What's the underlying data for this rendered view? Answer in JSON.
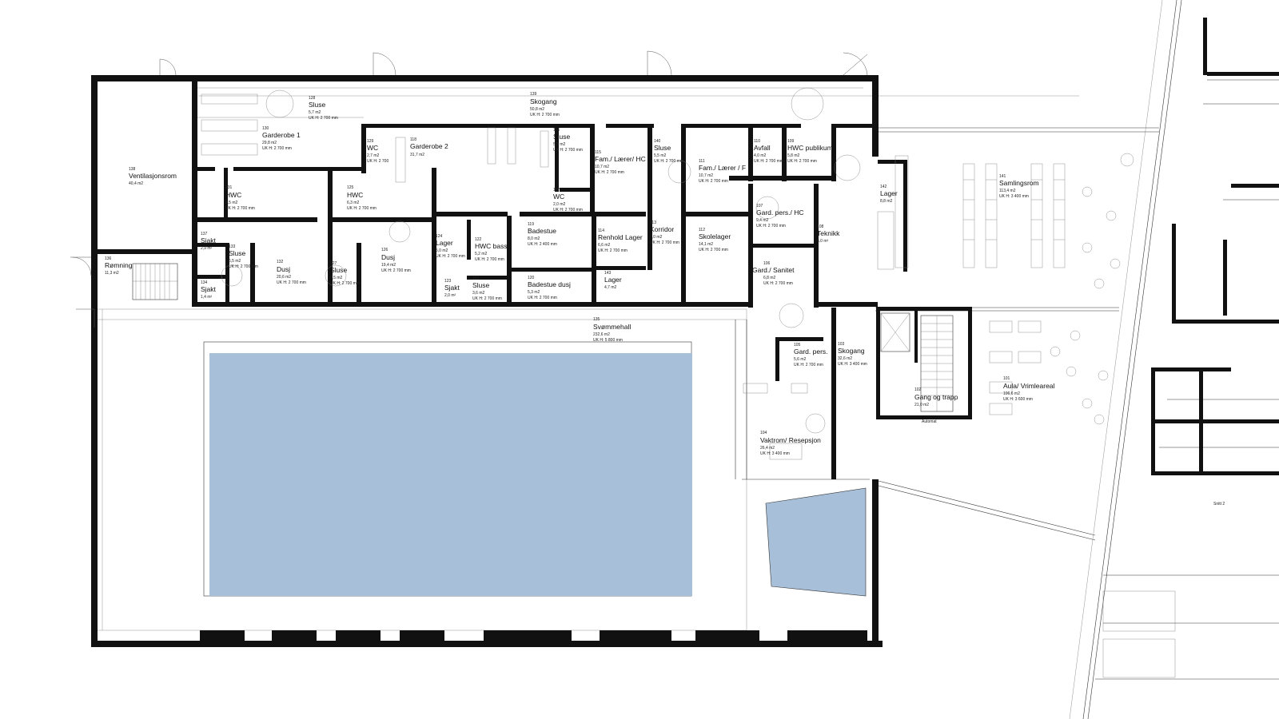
{
  "plan": {
    "colors": {
      "wall": "#111111",
      "water": "#a7bfd9",
      "line": "#333333",
      "background": "#ffffff"
    },
    "rooms": [
      {
        "id": "r138",
        "name": "Ventilasjonsrom",
        "number": "138",
        "area": "40,4 m2",
        "height": ""
      },
      {
        "id": "r136",
        "name": "Rømning",
        "number": "136",
        "area": "11,3 m2",
        "height": ""
      },
      {
        "id": "r128",
        "name": "Sluse",
        "number": "128",
        "area": "5,7 m2",
        "height": "UK H: 2 700 mm"
      },
      {
        "id": "r130",
        "name": "Garderobe 1",
        "number": "130",
        "area": "29,8 m2",
        "height": "UK H: 2 700 mm"
      },
      {
        "id": "r129",
        "name": "WC",
        "number": "129",
        "area": "2,7 m2",
        "height": "UK H: 2 700"
      },
      {
        "id": "r118",
        "name": "Garderobe 2",
        "number": "118",
        "area": "31,7 m2",
        "height": ""
      },
      {
        "id": "r139",
        "name": "Skogang",
        "number": "139",
        "area": "50,8 m2",
        "height": "UK H: 2 700 mm"
      },
      {
        "id": "r116",
        "name": "Sluse",
        "number": "116",
        "area": "5,8 m2",
        "height": "UK H: 2 700 mm"
      },
      {
        "id": "r115",
        "name": "Fam./ Lærer/ HC",
        "number": "115",
        "area": "10,7 m2",
        "height": "UK H: 2 700 mm"
      },
      {
        "id": "r140",
        "name": "Sluse",
        "number": "140",
        "area": "5,5 m2",
        "height": "UK H: 2 700 mm"
      },
      {
        "id": "r111",
        "name": "Fam./ Lærer / F",
        "number": "111",
        "area": "10,7 m2",
        "height": "UK H: 2 700 mm"
      },
      {
        "id": "r110",
        "name": "Avfall",
        "number": "110",
        "area": "4,0 m2",
        "height": "UK H: 2 700 mm"
      },
      {
        "id": "r109",
        "name": "HWC publikum",
        "number": "109",
        "area": "5,8 m2",
        "height": "UK H: 2 700 mm"
      },
      {
        "id": "r131",
        "name": "HWC",
        "number": "131",
        "area": "6,5 m2",
        "height": "UK H: 2 700 mm"
      },
      {
        "id": "r125",
        "name": "HWC",
        "number": "125",
        "area": "6,3 m2",
        "height": "UK H: 2 700 mm"
      },
      {
        "id": "r117",
        "name": "WC",
        "number": "117",
        "area": "2,0 m2",
        "height": "UK H: 2 700 mm"
      },
      {
        "id": "r137",
        "name": "Sjakt",
        "number": "137",
        "area": "2,9 m²",
        "height": ""
      },
      {
        "id": "r133",
        "name": "Sluse",
        "number": "133",
        "area": "6,5 m2",
        "height": "UK H: 2 700 mm"
      },
      {
        "id": "r132",
        "name": "Dusj",
        "number": "132",
        "area": "20,6 m2",
        "height": "UK H: 2 700 mm"
      },
      {
        "id": "r127",
        "name": "Sluse",
        "number": "127",
        "area": "6,5 m2",
        "height": "UK H: 2 700 mm"
      },
      {
        "id": "r126",
        "name": "Dusj",
        "number": "126",
        "area": "19,4 m2",
        "height": "UK H: 2 700 mm"
      },
      {
        "id": "r124",
        "name": "Lager",
        "number": "124",
        "area": "5,0 m2",
        "height": "UK H: 2 700 mm"
      },
      {
        "id": "r122",
        "name": "HWC bass.",
        "number": "122",
        "area": "5,2 m2",
        "height": "UK H: 2 700 mm"
      },
      {
        "id": "r119",
        "name": "Badestue",
        "number": "119",
        "area": "8,0 m2",
        "height": "UK H: 2 400 mm"
      },
      {
        "id": "r114",
        "name": "Renhold Lager",
        "number": "114",
        "area": "6,6 m2",
        "height": "UK H: 2 700 mm"
      },
      {
        "id": "r113",
        "name": "Korridor",
        "number": "113",
        "area": "7,0 m2",
        "height": "UK H: 2 700 mm"
      },
      {
        "id": "r112",
        "name": "Skolelager",
        "number": "112",
        "area": "14,1 m2",
        "height": "UK H: 2 700 mm"
      },
      {
        "id": "r107",
        "name": "Gard. pers./ HC",
        "number": "107",
        "area": "9,4 m2",
        "height": "UK H: 2 700 mm"
      },
      {
        "id": "r108",
        "name": "Teknikk",
        "number": "108",
        "area": "6,0 m²",
        "height": ""
      },
      {
        "id": "r106",
        "name": "Gard./ Sanitet",
        "number": "106",
        "area": "6,8 m2",
        "height": "UK H: 2 700 mm"
      },
      {
        "id": "r142",
        "name": "Lager",
        "number": "142",
        "area": "8,8 m2",
        "height": ""
      },
      {
        "id": "r141",
        "name": "Samlingsrom",
        "number": "141",
        "area": "113,4 m2",
        "height": "UK H: 3 400 mm"
      },
      {
        "id": "r134",
        "name": "Sjakt",
        "number": "134",
        "area": "1,4 m²",
        "height": ""
      },
      {
        "id": "r123",
        "name": "Sjakt",
        "number": "123",
        "area": "2,0 m²",
        "height": ""
      },
      {
        "id": "r121",
        "name": "Sluse",
        "number": "121",
        "area": "3,6 m2",
        "height": "UK H: 2 700 mm"
      },
      {
        "id": "r120",
        "name": "Badestue dusj",
        "number": "120",
        "area": "5,3 m2",
        "height": "UK H: 2 700 mm"
      },
      {
        "id": "r143",
        "name": "Lager",
        "number": "143",
        "area": "4,7 m2",
        "height": ""
      },
      {
        "id": "r135",
        "name": "Svømmehall",
        "number": "135",
        "area": "232,6 m2",
        "height": "UK H: 5 800 mm"
      },
      {
        "id": "r105",
        "name": "Gard. pers.",
        "number": "105",
        "area": "5,6 m2",
        "height": "UK H: 2 700 mm"
      },
      {
        "id": "r103",
        "name": "Skogang",
        "number": "103",
        "area": "32,6 m2",
        "height": "UK H: 3 400 mm"
      },
      {
        "id": "r102",
        "name": "Gang og trapp",
        "number": "102",
        "area": "21,0 m2",
        "height": ""
      },
      {
        "id": "r101",
        "name": "Aula/ Vrimleareal",
        "number": "101",
        "area": "106,6 m2",
        "height": "UK H: 3 600 mm"
      },
      {
        "id": "r104",
        "name": "Vaktrom/ Resepsjon",
        "number": "104",
        "area": "26,4 m2",
        "height": "UK H: 3 400 mm"
      }
    ],
    "notes": {
      "automat": "Automat",
      "snitt": "Snitt 2"
    }
  }
}
